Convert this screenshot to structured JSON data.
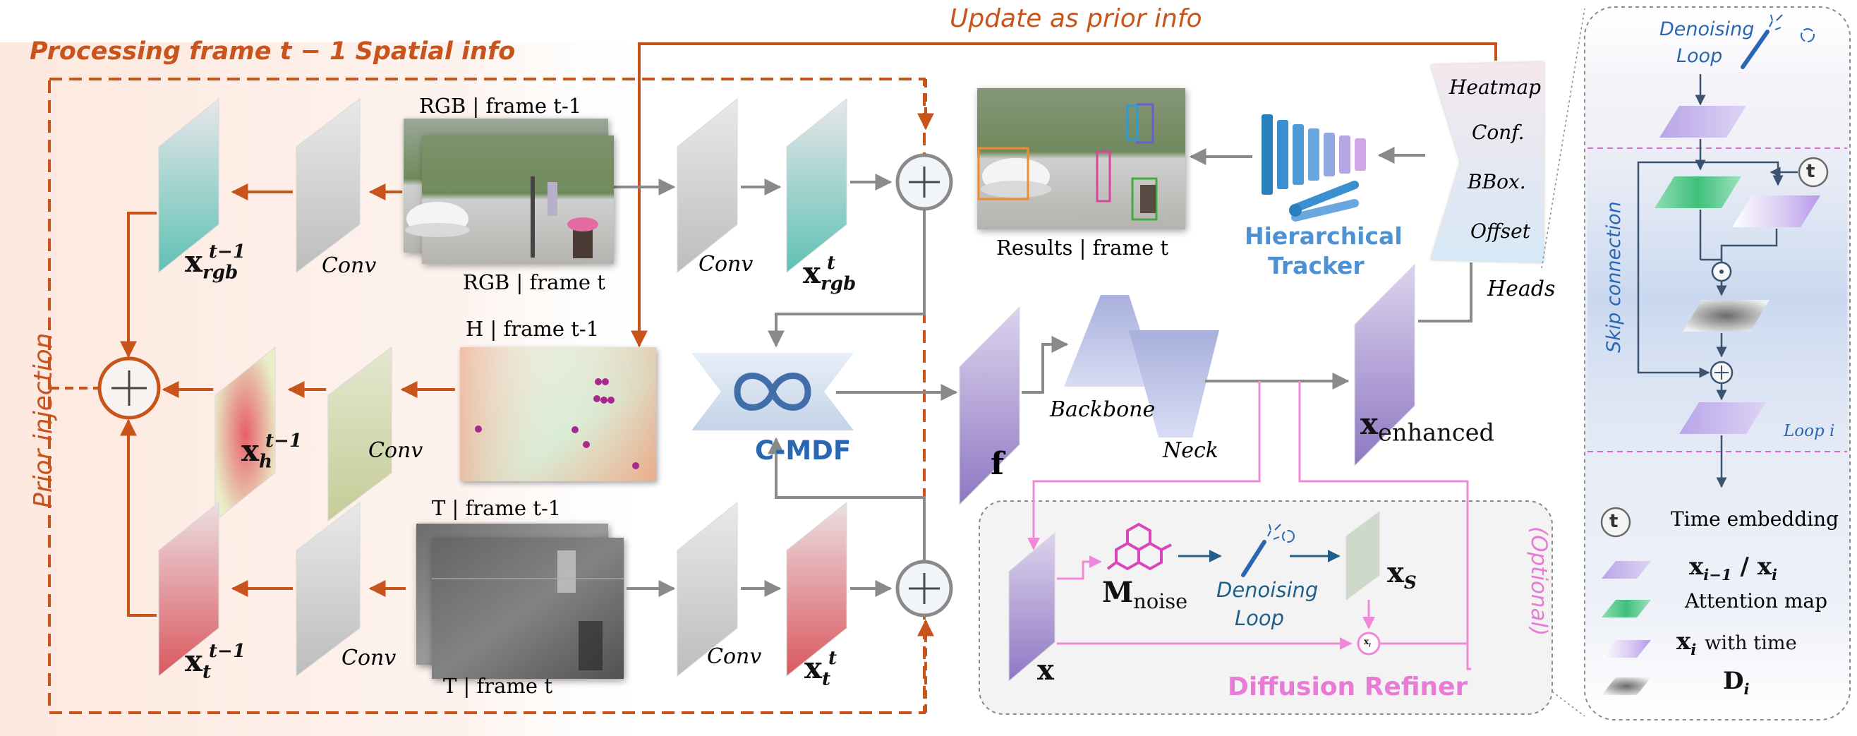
{
  "colors": {
    "prior_path": "#c8541c",
    "arrow": "#8a8a8a",
    "diffusion": "#ef88d8",
    "accent_blue": "#2a67b3"
  },
  "labels": {
    "processing": "Processing frame t − 1 Spatial info",
    "update_prior": "Update as prior info",
    "prior_injection": "Prior injection",
    "rgb_prev": "RGB | frame t-1",
    "rgb_cur": "RGB | frame t",
    "h_prev": "H | frame t-1",
    "t_prev": "T | frame t-1",
    "t_cur": "T | frame t",
    "results": "Results | frame t",
    "conv": "Conv",
    "cmdf": "C-MDF",
    "backbone": "Backbone",
    "neck": "Neck",
    "f": "f",
    "heads": "Heads",
    "hier1": "Hierarchical",
    "hier2": "Tracker",
    "diffusion_refiner": "Diffusion Refiner",
    "optional": "(Optional)",
    "denoising_loop": "Denoising Loop",
    "denoise_a": "Denoising",
    "denoise_b": "Loop",
    "skip_connection": "Skip connection",
    "loop_i": "Loop i",
    "heads_list": [
      "Heatmap",
      "Conf.",
      "BBox.",
      "Offset"
    ]
  },
  "legend": [
    {
      "symbol": "t",
      "label": "Time embedding"
    },
    {
      "label": "Attention map"
    }
  ],
  "icons": [
    "plus-circle-icon",
    "infinity-loop-icon",
    "magic-wand-icon",
    "molecule-noise-icon",
    "dot-product-icon",
    "time-embedding-icon"
  ]
}
